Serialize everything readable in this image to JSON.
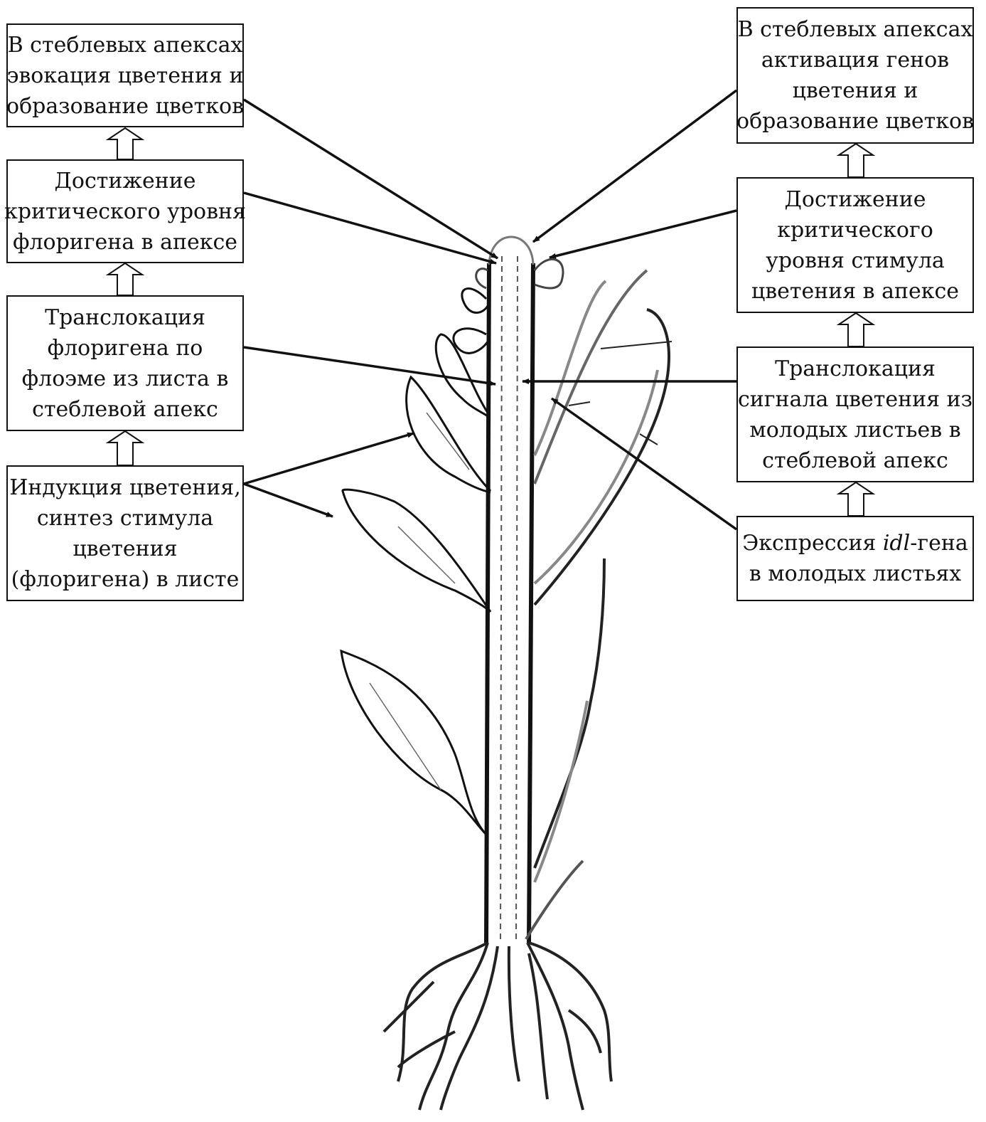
{
  "left_column": [
    {
      "lines": [
        "В стеблевых апексах",
        "эвокация цветения и",
        "образование цветков"
      ]
    },
    {
      "lines": [
        "Достижение",
        "критического уровня",
        "флоригена в апексе"
      ]
    },
    {
      "lines": [
        "Транслокация",
        "флоригена по",
        "флоэме из листа в",
        "стеблевой апекс"
      ]
    },
    {
      "lines": [
        "Индукция цветения,",
        "синтез стимула",
        "цветения",
        "(флоригена) в листе"
      ]
    }
  ],
  "right_column": [
    {
      "lines": [
        "В стеблевых апексах",
        "активация генов",
        "цветения и",
        "образование цветков"
      ]
    },
    {
      "lines": [
        "Достижение",
        "критического",
        "уровня стимула",
        "цветения в апексе"
      ]
    },
    {
      "lines": [
        "Транслокация",
        "сигнала цветения из",
        "молодых листьев в",
        "стеблевой апекс"
      ]
    },
    {
      "lines_rich": [
        [
          {
            "t": "Экспрессия "
          },
          {
            "t": "idl",
            "i": true
          },
          {
            "t": "-гена"
          }
        ],
        [
          {
            "t": "в молодых листьях"
          }
        ]
      ]
    }
  ]
}
